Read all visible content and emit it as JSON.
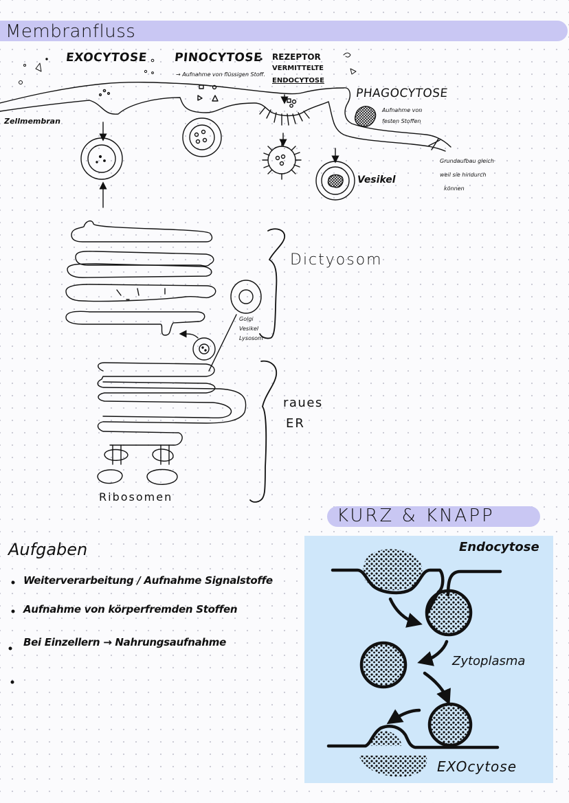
{
  "title": "Membranfluss",
  "diagram": {
    "exocytose": "EXOCYTOSE",
    "pinocytose": "PINOCYTOSE",
    "pinocytose_note": "→ Aufnahme von flüssigen Stoff.",
    "rezeptor_line1": "REZEPTOR",
    "rezeptor_line2": "VERMITTELTE",
    "rezeptor_line3": "ENDOCYTOSE",
    "phagocytose": "PHAGOCYTOSE",
    "phago_note_line1": "Aufnahme von",
    "phago_note_line2": "festen Stoffen",
    "zellmembran": "Zellmembran",
    "vesikel": "Vesikel",
    "grund_line1": "Grundaufbau gleich",
    "grund_line2": "weil sie hindurch",
    "grund_line3": "können",
    "dictyosom": "Dictyosom",
    "golgi_line1": "Golgi",
    "golgi_line2": "Vesikel",
    "golgi_line3": "Lysosom",
    "raues": "raues",
    "er": "ER",
    "ribosomen": "Ribosomen"
  },
  "aufgaben": {
    "heading": "Aufgaben",
    "items": [
      "Weiterverarbeitung / Aufnahme Signalstoffe",
      "Aufnahme von körperfremden Stoffen",
      "Bei Einzellern → Nahrungsaufnahme",
      ""
    ]
  },
  "kurz": {
    "heading": "KURZ & KNAPP",
    "endocytose": "Endocytose",
    "zytoplasma": "Zytoplasma",
    "exocytose": "EXOcytose"
  },
  "colors": {
    "title_band": "#c9c7f3",
    "kurz_box": "#cfe7fa",
    "ink": "#111111"
  }
}
